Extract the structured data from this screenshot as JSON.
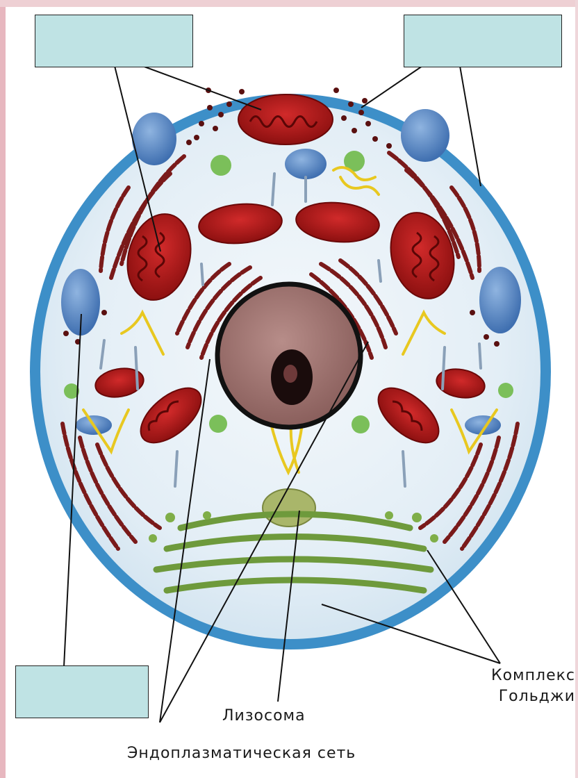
{
  "labels": {
    "golgi_line1": "Комплекс",
    "golgi_line2": "Гольджи",
    "lysosome": "Лизосома",
    "er": "Эндоплазматическая сеть"
  },
  "answer_boxes": [
    {
      "id": "top-left",
      "text": ""
    },
    {
      "id": "top-right",
      "text": ""
    },
    {
      "id": "bottom-left",
      "text": ""
    }
  ],
  "colors": {
    "membrane": "#3d8fc8",
    "cytoplasm": "#e4f0f7",
    "mitochondrion": "#b01c1c",
    "er": "#7a1a1a",
    "golgi": "#6e9a3c",
    "nucleus": "#9c6f6c",
    "vacuole": "#4f7fbf",
    "centrosome": "#e8c820"
  }
}
